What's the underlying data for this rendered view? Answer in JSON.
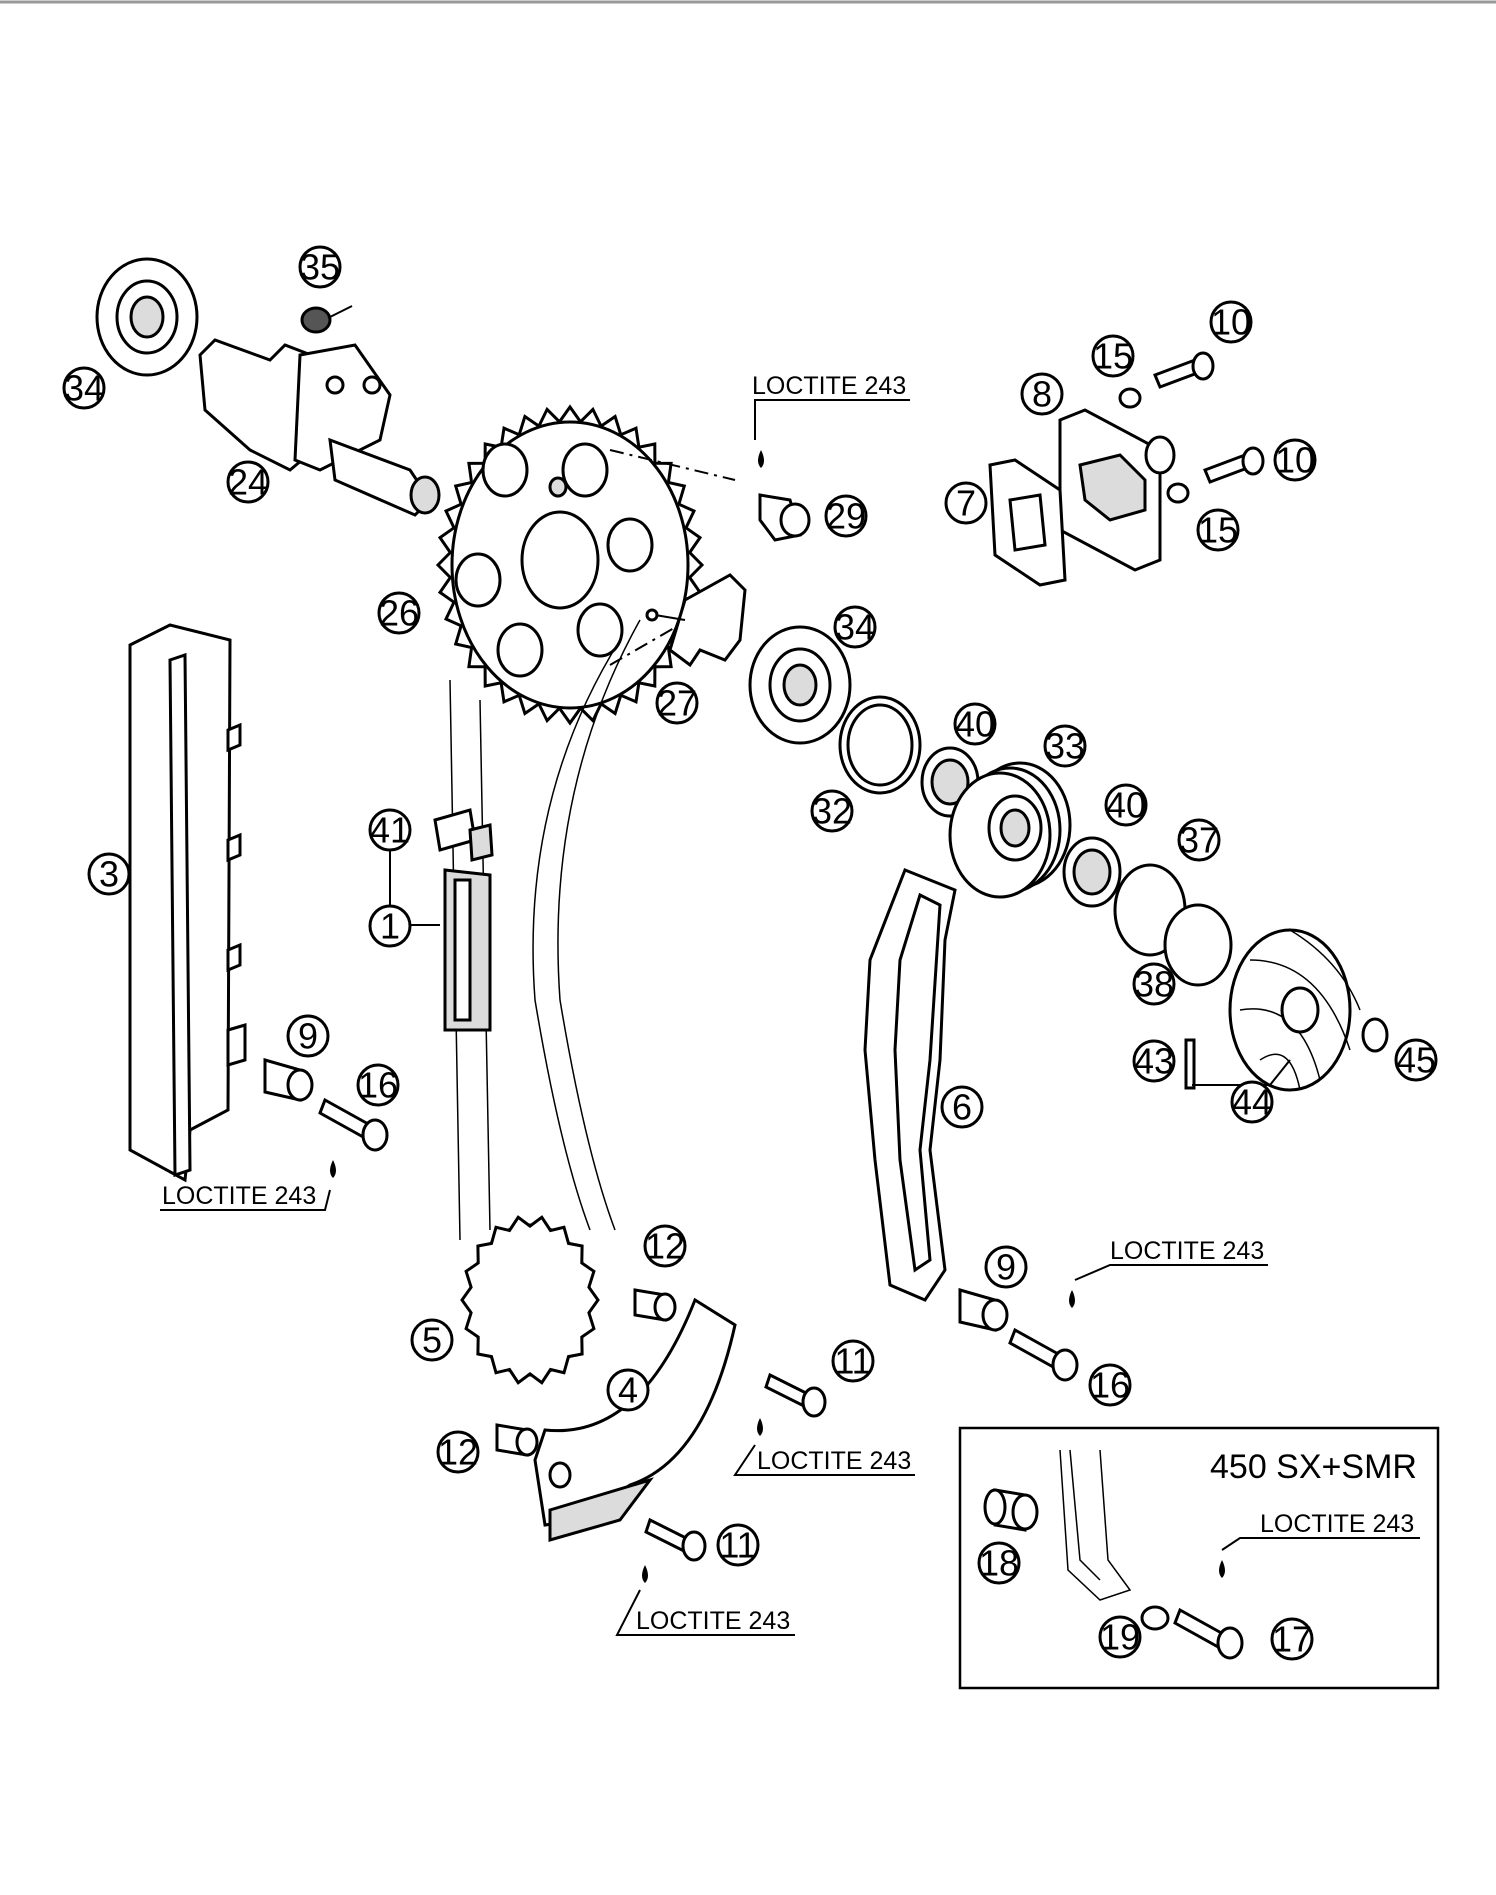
{
  "inset": {
    "title": "450 SX+SMR"
  },
  "notes": {
    "loctite_1": "LOCTITE 243",
    "loctite_2": "LOCTITE 243",
    "loctite_3": "LOCTITE 243",
    "loctite_4": "LOCTITE 243",
    "loctite_5": "LOCTITE 243",
    "loctite_6": "LOCTITE 243"
  },
  "callouts": {
    "c35": "35",
    "c34a": "34",
    "c24": "24",
    "c26": "26",
    "c29": "29",
    "c15a": "15",
    "c10a": "10",
    "c8": "8",
    "c10b": "10",
    "c7": "7",
    "c15b": "15",
    "c27": "27",
    "c34b": "34",
    "c3": "3",
    "c40a": "40",
    "c33": "33",
    "c32": "32",
    "c40b": "40",
    "c37": "37",
    "c41": "41",
    "c1": "1",
    "c38": "38",
    "c9a": "9",
    "c16a": "16",
    "c43": "43",
    "c44": "44",
    "c45": "45",
    "c6": "6",
    "c12a": "12",
    "c9b": "9",
    "c5": "5",
    "c4": "4",
    "c11a": "11",
    "c16b": "16",
    "c12b": "12",
    "c11b": "11",
    "c18": "18",
    "c19": "19",
    "c17": "17"
  }
}
